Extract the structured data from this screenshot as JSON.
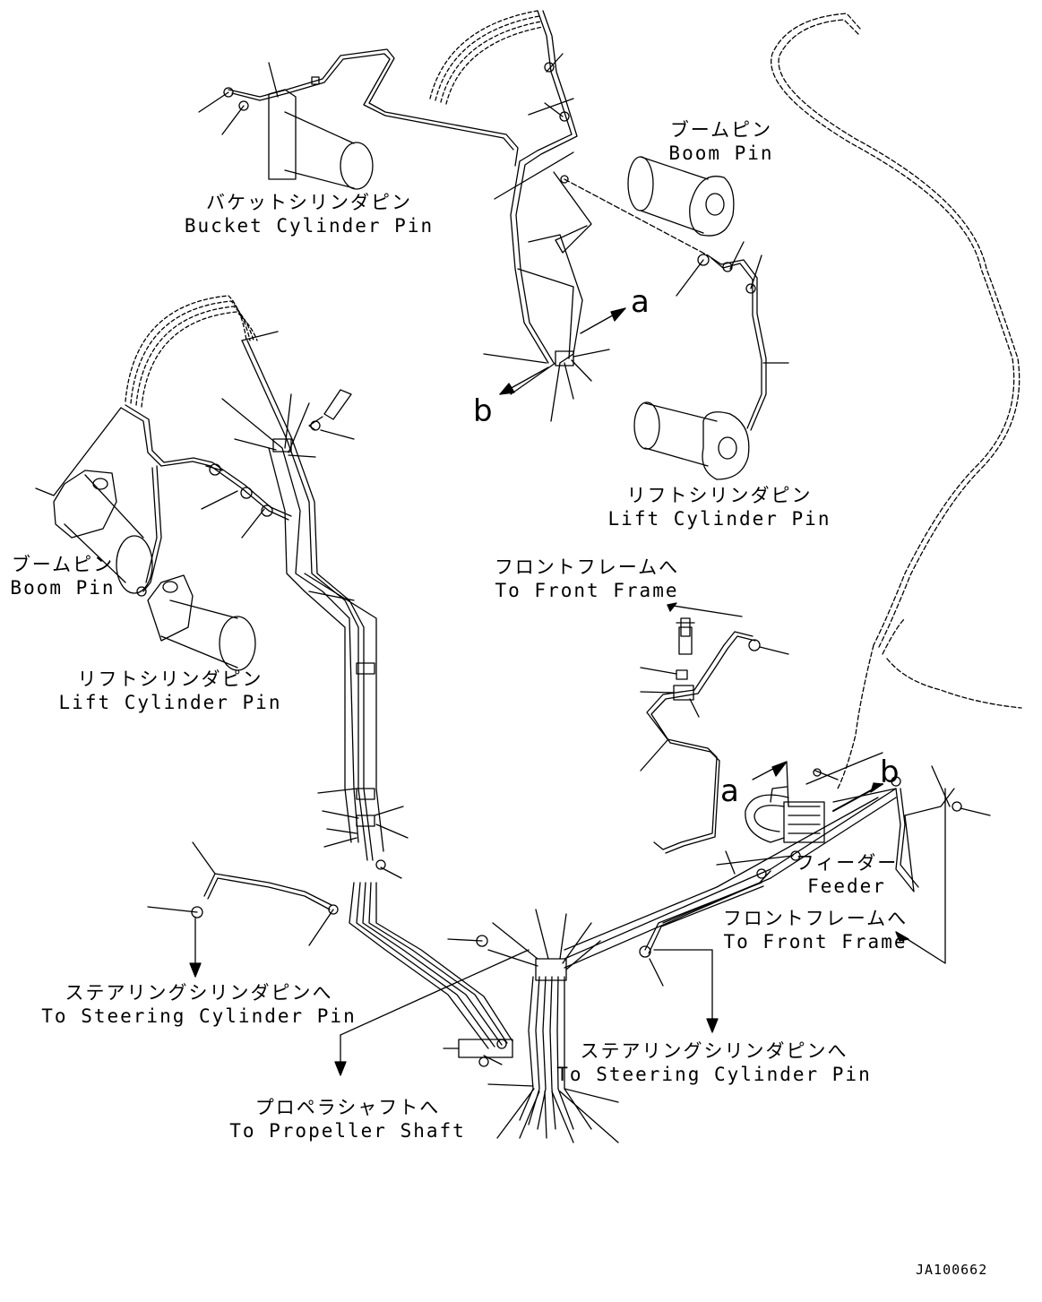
{
  "labels": {
    "bucket_pin": {
      "jp": "バケットシリンダピン",
      "en": "Bucket Cylinder Pin"
    },
    "boom_pin_top": {
      "jp": "ブームピン",
      "en": "Boom Pin"
    },
    "lift_pin_right": {
      "jp": "リフトシリンダピン",
      "en": "Lift Cylinder Pin"
    },
    "boom_pin_left": {
      "jp": "ブームピン",
      "en": "Boom Pin"
    },
    "lift_pin_left": {
      "jp": "リフトシリンダピン",
      "en": "Lift Cylinder Pin"
    },
    "front_frame_upper": {
      "jp": "フロントフレームへ",
      "en": "To Front Frame"
    },
    "feeder": {
      "jp": "フィーダー",
      "en": "Feeder"
    },
    "front_frame_lower": {
      "jp": "フロントフレームへ",
      "en": "To Front Frame"
    },
    "steering_left": {
      "jp": "ステアリングシリンダピンへ",
      "en": "To Steering Cylinder Pin"
    },
    "propeller": {
      "jp": "プロペラシャフトへ",
      "en": "To Propeller Shaft"
    },
    "steering_right": {
      "jp": "ステアリングシリンダピンへ",
      "en": "To Steering Cylinder Pin"
    }
  },
  "markers": {
    "a_top": "a",
    "b_top": "b",
    "a_bottom": "a",
    "b_bottom": "b"
  },
  "drawing_code": "JA100662"
}
